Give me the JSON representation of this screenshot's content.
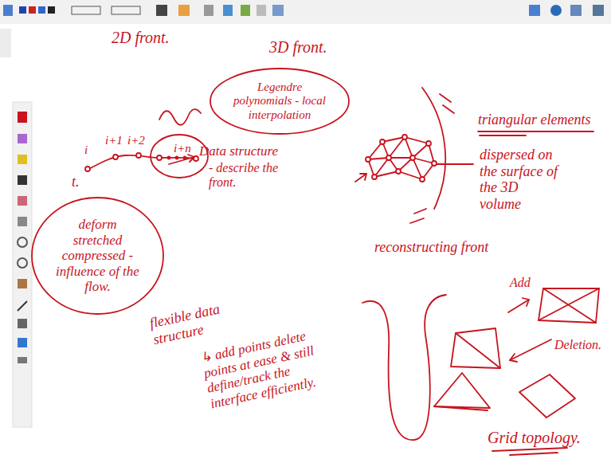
{
  "diagram": {
    "nodes": [
      {
        "text": [
          "Legendre polynomials - local interpolation"
        ]
      },
      {
        "text": [
          "deform stretched compressed - influence of the flow."
        ]
      }
    ],
    "labels": [
      "2D front.",
      "3D front.",
      "i",
      "i+1",
      "i+2",
      "i+n",
      "t.",
      "Data structure",
      "- describe the front.",
      "triangular elements",
      "dispersed on the surface of the 3D volume",
      "reconstructing front",
      "Add",
      "Deletion.",
      "Grid topology.",
      "flexible data structure",
      "↳ add points delete points at ease & still define/track the interface efficiently."
    ]
  }
}
